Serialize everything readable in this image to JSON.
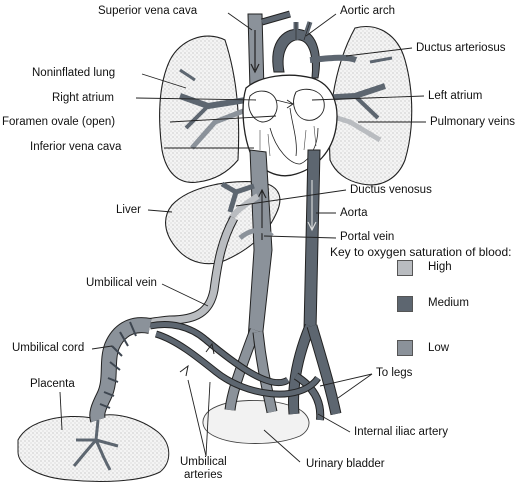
{
  "labels": {
    "superior_vena_cava": "Superior vena cava",
    "aortic_arch": "Aortic arch",
    "ductus_arteriosus": "Ductus arteriosus",
    "noninflated_lung": "Noninflated lung",
    "right_atrium": "Right atrium",
    "left_atrium": "Left atrium",
    "foramen_ovale": "Foramen ovale (open)",
    "pulmonary_veins": "Pulmonary veins",
    "inferior_vena_cava": "Inferior vena cava",
    "ductus_venosus": "Ductus venosus",
    "liver": "Liver",
    "aorta": "Aorta",
    "portal_vein": "Portal vein",
    "umbilical_vein": "Umbilical vein",
    "umbilical_cord": "Umbilical cord",
    "placenta": "Placenta",
    "to_legs": "To legs",
    "internal_iliac_artery": "Internal iliac artery",
    "umbilical_arteries_1": "Umbilical",
    "umbilical_arteries_2": "arteries",
    "urinary_bladder": "Urinary bladder"
  },
  "key": {
    "title": "Key to oxygen saturation of blood:",
    "items": [
      {
        "label": "High",
        "color": "#b9bcc0"
      },
      {
        "label": "Medium",
        "color": "#5d6670"
      },
      {
        "label": "Low",
        "color": "#8b929a"
      }
    ]
  },
  "colors": {
    "high": "#b9bcc0",
    "medium": "#5d6670",
    "low": "#8b929a",
    "outline": "#222222",
    "tissue": "#e6e6e6"
  }
}
